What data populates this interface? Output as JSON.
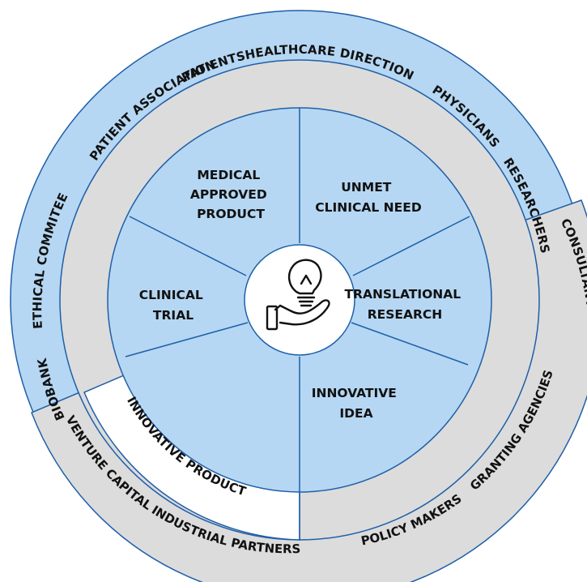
{
  "colors": {
    "light_blue": "#b5d7f3",
    "grey": "#dcdcdc",
    "outline": "#1f5fa8",
    "white": "#ffffff",
    "text": "#111111"
  },
  "center": {
    "icon": "lightbulb-in-hand-icon"
  },
  "inner_segments": [
    {
      "lines": [
        "MEDICAL",
        "APPROVED",
        "PRODUCT"
      ]
    },
    {
      "lines": [
        "UNMET",
        "CLINICAL NEED"
      ]
    },
    {
      "lines": [
        "TRANSLATIONAL",
        "RESEARCH"
      ]
    },
    {
      "lines": [
        "INNOVATIVE",
        "IDEA"
      ]
    },
    {
      "lines": [
        "CLINICAL",
        "TRIAL"
      ]
    }
  ],
  "middle_ring": {
    "innovative_product": "INNOVATIVE PRODUCT"
  },
  "outer_ring": {
    "healthcare_direction": "HEALTHCARE DIRECTION",
    "patients": "PATIENTS",
    "physicians": "PHYSICIANS",
    "patient_association": "PATIENT ASSOCIATION",
    "researchers": "RESEARCHERS",
    "ethical_commitee": "ETHICAL COMMITEE",
    "consultants": "CONSULTANTS",
    "biobank": "BIOBANK",
    "granting_agencies": "GRANTING AGENCIES",
    "venture_capital": "VENTURE CAPITAL",
    "industrial_partners": "INDUSTRIAL PARTNERS",
    "policy_makers": "POLICY MAKERS"
  }
}
